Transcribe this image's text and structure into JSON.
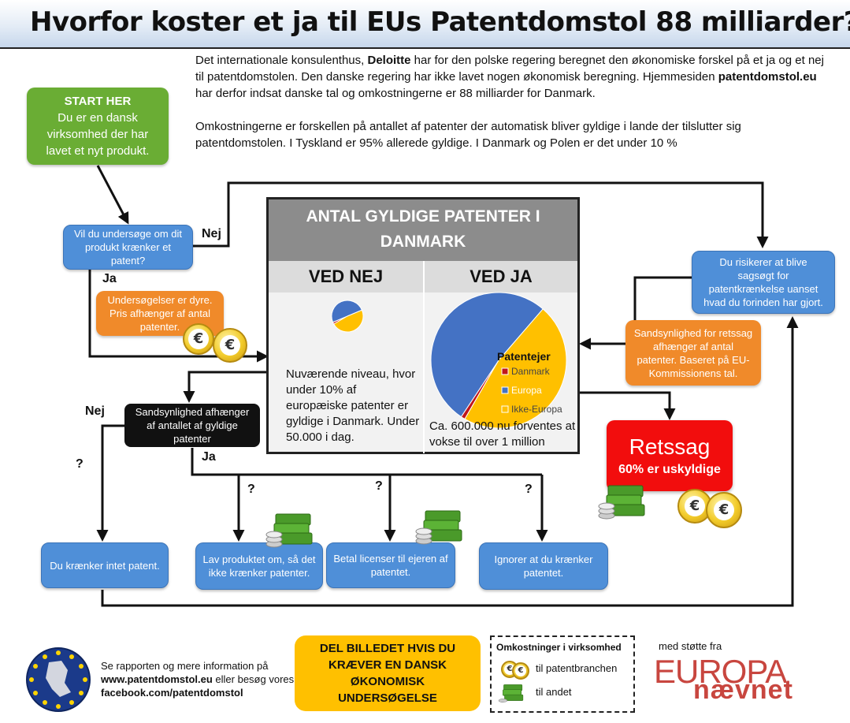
{
  "title": "Hvorfor koster et ja til EUs Patentdomstol 88 milliarder?",
  "intro": {
    "p1_a": "Det internationale konsulenthus, ",
    "p1_bold": "Deloitte",
    "p1_b": " har for den polske regering beregnet den økonomiske forskel på et ja og et nej til patentdomstolen. Den danske regering har ikke lavet nogen økonomisk beregning. Hjemmesiden ",
    "p1_bold2": "patentdomstol.eu",
    "p1_c": " har derfor indsat danske tal og omkostningerne er 88 milliarder for Danmark.",
    "p2": "Omkostningerne er forskellen på antallet af patenter der automatisk bliver gyldige i lande der tilslutter sig patentdomstolen. I Tyskland er 95% allerede gyldige. I Danmark og Polen er det under 10 %"
  },
  "start": {
    "heading": "START HER",
    "text": "Du er en dansk virksomhed der har lavet et nyt produkt."
  },
  "q_investigate": "Vil du undersøge om dit produkt krænker et patent?",
  "label_nej_top": "Nej",
  "label_ja_left": "Ja",
  "cost_investigate": "Undersøgelser er dyre. Pris afhænger af antal patenter.",
  "risk_box": "Du risikerer at blive sagsøgt for patentkrænkelse uanset hvad du forinden har gjort.",
  "lawsuit_prob": "Sandsynlighed for retssag afhænger af antal patenter. Baseret på EU-Kommissionens tal.",
  "lawsuit": {
    "title": "Retssag",
    "sub": "60% er uskyldige"
  },
  "prob_box": "Sandsynlighed afhænger af antallet af gyldige patenter",
  "label_nej_mid": "Nej",
  "label_ja_mid": "Ja",
  "qmark": "?",
  "outcomes": [
    "Du krænker intet patent.",
    "Lav produktet om, så det ikke krænker patenter.",
    "Betal licenser til ejeren af patentet.",
    "Ignorer at du krænker patentet."
  ],
  "panel": {
    "title": "ANTAL GYLDIGE PATENTER I DANMARK",
    "col_nej": "VED NEJ",
    "col_ja": "VED JA",
    "text_nej": "Nuværende niveau, hvor under 10% af europæiske patenter er gyldige i Danmark. Under 50.000 i dag.",
    "text_ja": "Ca. 600.000 nu forventes at vokse til over 1 million"
  },
  "chart_data": [
    {
      "type": "pie",
      "title": "VED NEJ",
      "categories": [
        "Danmark",
        "Europa",
        "Ikke-Europa"
      ],
      "values": [
        0.02,
        0.5,
        0.48
      ]
    },
    {
      "type": "pie",
      "title": "VED JA",
      "legend_title": "Patentejer",
      "categories": [
        "Danmark",
        "Europa",
        "Ikke-Europa"
      ],
      "values": [
        0.01,
        0.52,
        0.47
      ],
      "legend": "right"
    }
  ],
  "colors": {
    "danmark": "#c0161b",
    "europa": "#4472c4",
    "ikke_europa": "#ffc000"
  },
  "cta": "DEL BILLEDET HVIS DU KRÆVER EN DANSK ØKONOMISK UNDERSØGELSE",
  "footer": {
    "line1": "Se rapporten og mere information på",
    "line2_bold": "www.patentdomstol.eu",
    "line2_rest": " eller besøg vores",
    "line3_bold": "facebook.com/patentdomstol"
  },
  "legend_box": {
    "title": "Omkostninger i virksomhed",
    "item1": "til patentbranchen",
    "item2": "til andet"
  },
  "sponsor": {
    "pre": "med støtte fra",
    "logo_a": "EUROPA",
    "logo_b": "nævnet"
  },
  "icons": [
    "euro-coins-icon",
    "money-stack-icon",
    "eu-map-logo-icon"
  ]
}
